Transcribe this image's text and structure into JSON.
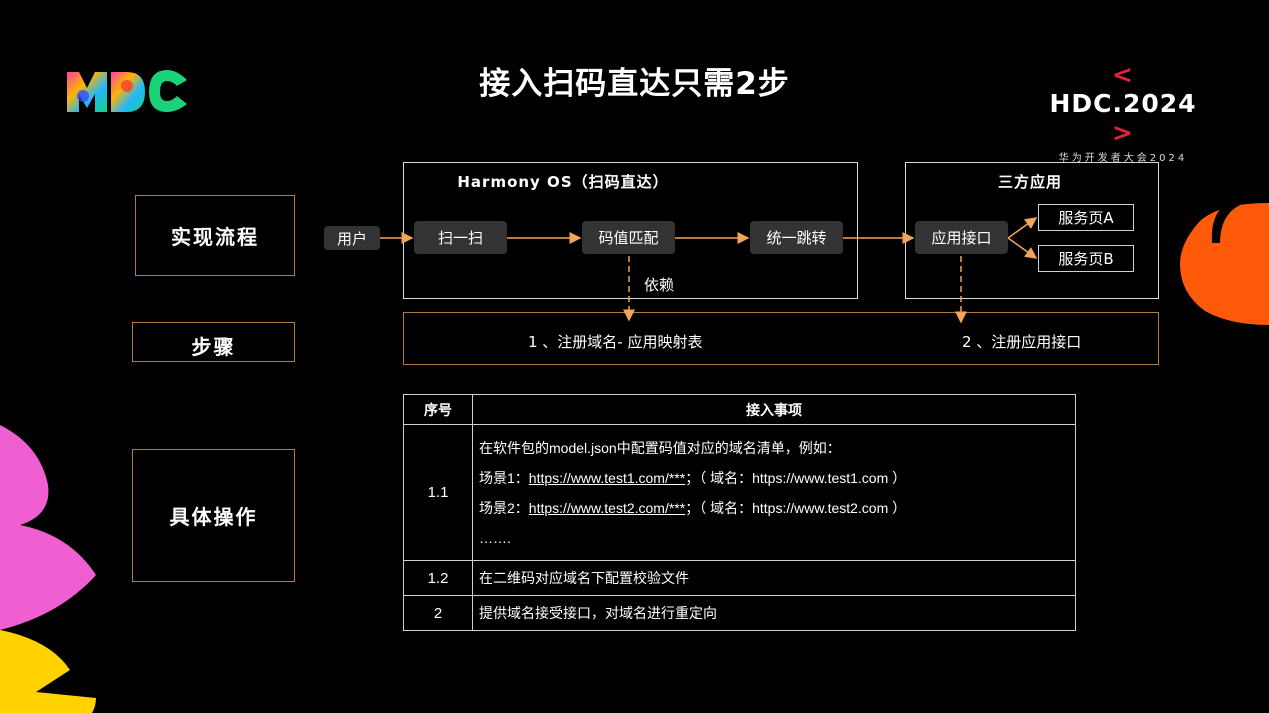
{
  "header": {
    "title": "接入扫码直达只需2步",
    "logo_icon": "hdc-logo-icon",
    "brand_prefix": "<",
    "brand_main": "HDC.2024",
    "brand_suffix": ">",
    "brand_sub": "华为开发者大会2024"
  },
  "rows": {
    "flow_label": "实现流程",
    "steps_label": "步骤",
    "ops_label": "具体操作"
  },
  "flow": {
    "user": "用户",
    "os_frame_title": "Harmony OS（扫码直达）",
    "third_frame_title": "三方应用",
    "nodes": {
      "scan": "扫一扫",
      "match": "码值匹配",
      "jump": "统一跳转",
      "app_api": "应用接口",
      "page_a": "服务页A",
      "page_b": "服务页B"
    },
    "depend_label": "依赖"
  },
  "steps": {
    "step1": "1 、注册域名- 应用映射表",
    "step2": "2 、注册应用接口"
  },
  "table": {
    "headers": [
      "序号",
      "接入事项"
    ],
    "rows": [
      {
        "num": "1.1",
        "line1": "在软件包的model.json中配置码值对应的域名清单，例如：",
        "line2_prefix": "场景1：",
        "line2_url": "https://www.test1.com/***",
        "line2_mid": "；（ 域名：",
        "line2_domain": "https://www.test1.com",
        "line2_end": " ）",
        "line3_prefix": "场景2：",
        "line3_url": "https://www.test2.com/***",
        "line3_mid": "；（ 域名：",
        "line3_domain": "https://www.test2.com",
        "line3_end": " ）",
        "line4": "……."
      },
      {
        "num": "1.2",
        "text": "在二维码对应域名下配置校验文件"
      },
      {
        "num": "2",
        "text": "提供域名接受接口，对域名进行重定向"
      }
    ]
  },
  "colors": {
    "accent_orange": "#f0a55a",
    "frame_brown": "#b07a45",
    "brand_red": "#e0263a",
    "deco_orange": "#ff5a0a",
    "deco_pink": "#f05fd2",
    "deco_yellow": "#ffd200"
  }
}
